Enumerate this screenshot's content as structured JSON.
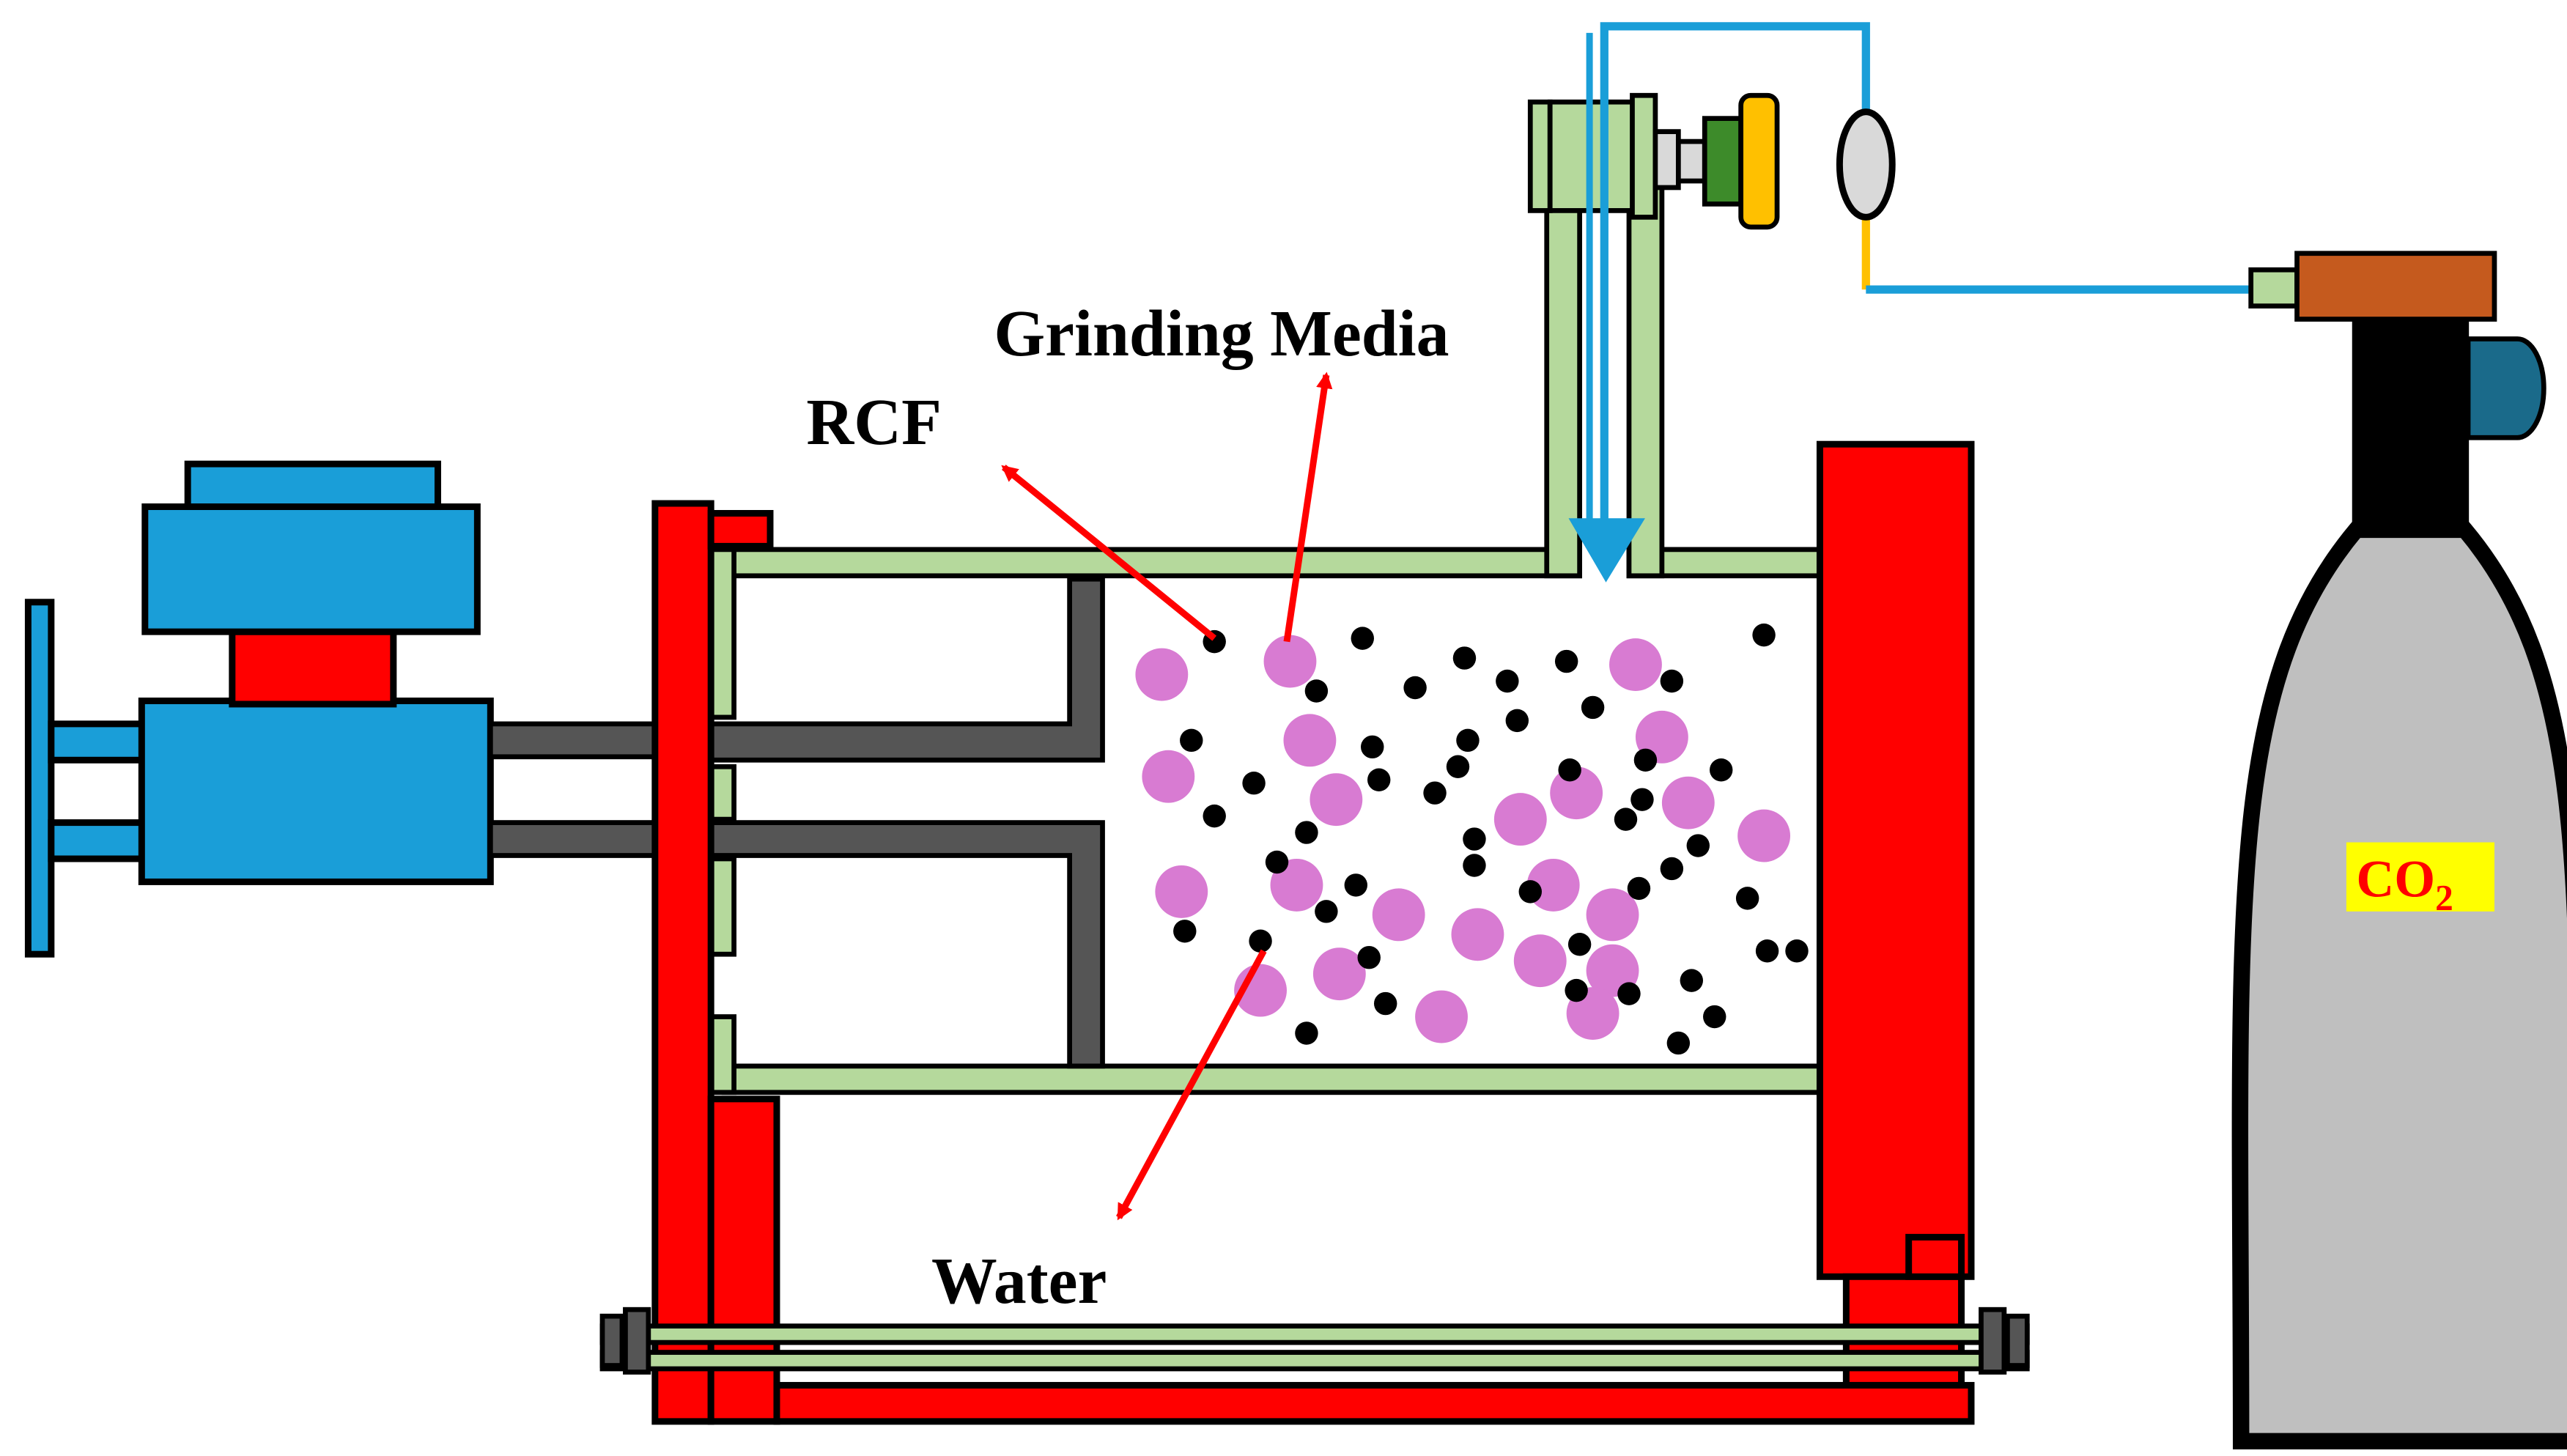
{
  "labels": {
    "grinding_media": "Grinding Media",
    "rcf": "RCF",
    "water": "Water",
    "co2_main": "CO",
    "co2_sub": "2"
  },
  "colors": {
    "frame_red": "#ff0000",
    "tube_green": "#b5d99c",
    "motor_blue": "#1a9ed8",
    "shaft_gray": "#555555",
    "media_pink": "#d87bd2",
    "particle_black": "#000000",
    "gas_line_blue": "#1a9ed8",
    "valve_yellow": "#ffc000",
    "valve_green": "#3d8b2a",
    "regulator_brown": "#c55a1e",
    "cylinder_gray": "#bfbfbf",
    "knob_teal": "#1a6a8a",
    "co2_highlight": "#ffff00",
    "arrow_red": "#ff0000"
  },
  "icons": [
    "motor-icon",
    "co2-cylinder-icon",
    "pressure-gauge-icon",
    "valve-icon",
    "flow-arrow-icon"
  ]
}
